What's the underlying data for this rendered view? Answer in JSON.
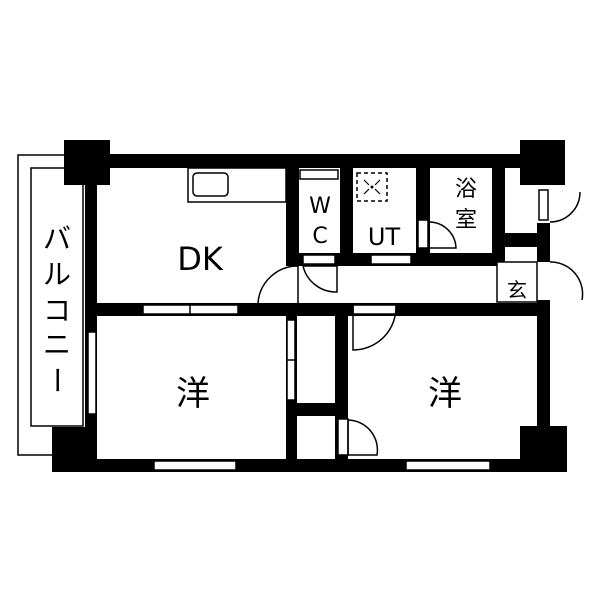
{
  "floor_plan": {
    "rooms": {
      "dk": "DK",
      "western_room_left": "洋",
      "western_room_right": "洋",
      "wc_line1": "W",
      "wc_line2": "C",
      "utility": "UT",
      "bath_line1": "浴",
      "bath_line2": "室",
      "entrance": "玄",
      "balcony": [
        "バ",
        "ル",
        "コ",
        "ニ",
        "ー"
      ]
    },
    "colors": {
      "wall": "#000000",
      "background": "#ffffff"
    }
  }
}
